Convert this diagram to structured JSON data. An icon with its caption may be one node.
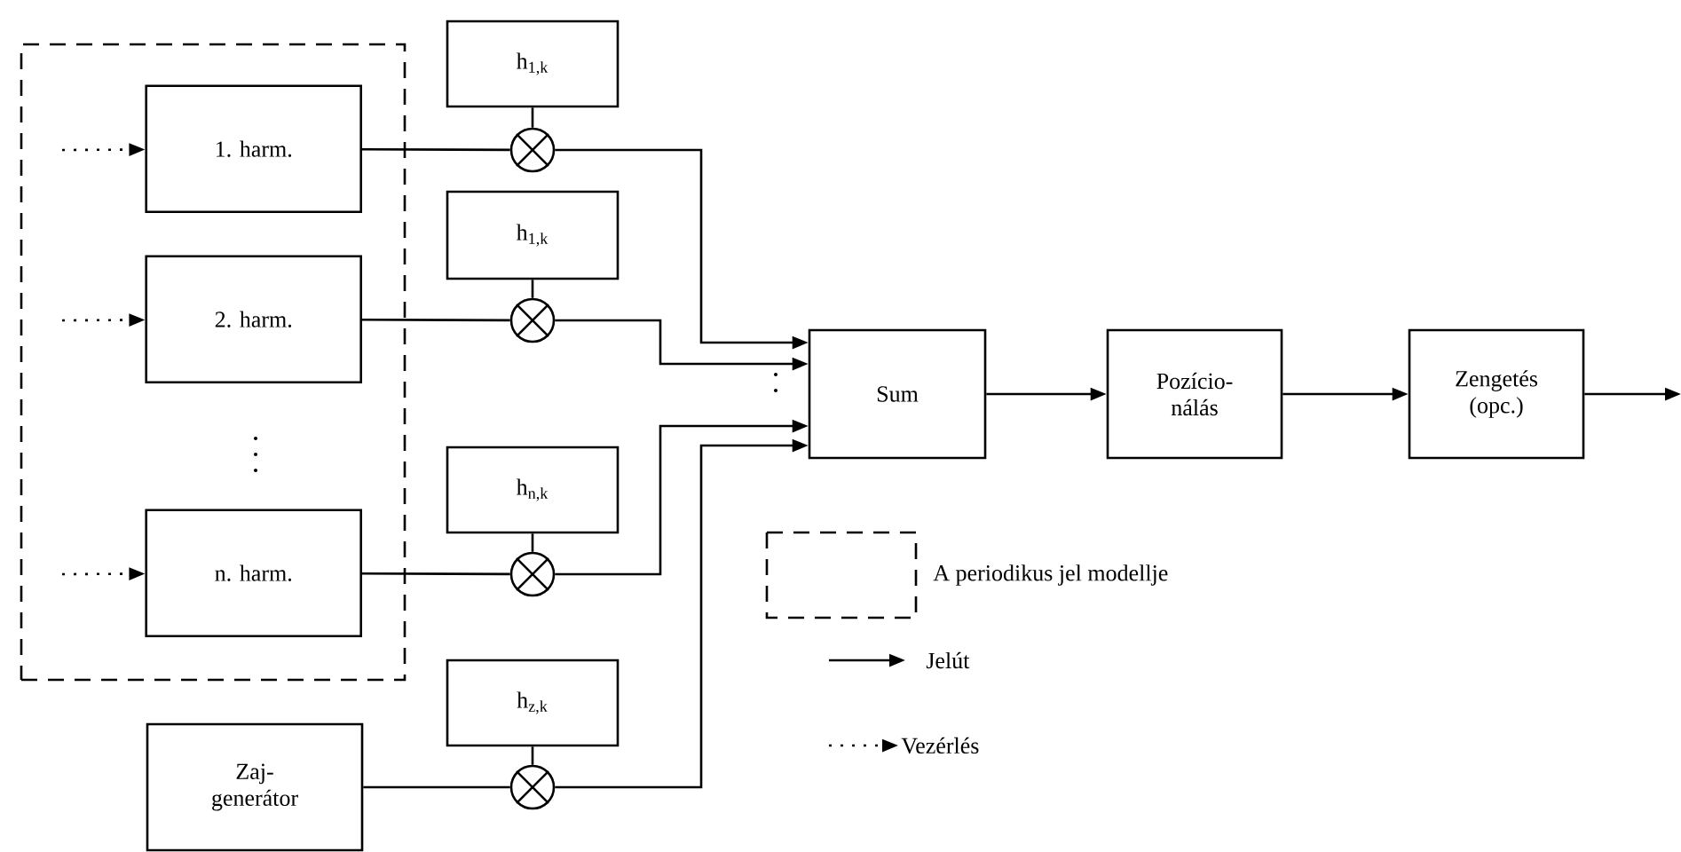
{
  "diagram": {
    "nodes": [
      {
        "text": [],
        "shape": "box"
      },
      {
        "text": [
          "1. harm."
        ],
        "in": 0
      },
      {
        "text": [
          "2. harm."
        ],
        "in": 0
      },
      {
        "text": [
          "n. harm."
        ],
        "in": 0
      },
      {
        "text": [
          "Zaj- generátor"
        ]
      },
      {
        "text": [
          "h$_{1,k}$"
        ]
      },
      {
        "text": [],
        "shape": "circle"
      },
      {
        "text": [
          "h$_{1,k}$"
        ]
      },
      {
        "text": [],
        "shape": "circle"
      },
      {
        "text": [
          "h$_{n,k}$"
        ]
      },
      {
        "text": [],
        "shape": "circle"
      },
      {
        "text": [
          "h$_{z,k}$"
        ]
      },
      {
        "text": [],
        "shape": "circle"
      },
      {
        "text": [
          "Sum"
        ]
      },
      {
        "text": [
          "Pozício- nálás"
        ]
      },
      {
        "text": [
          "Zengetés (opc.)"
        ]
      }
    ],
    "edges": [
      {
        "from": null,
        "to": 1,
        "arrow": "to",
        "style": "dashed"
      },
      {
        "from": null,
        "to": 2,
        "arrow": "to",
        "style": "dashed"
      },
      {
        "from": null,
        "to": 3,
        "arrow": "to",
        "style": "dashed"
      },
      {
        "from": 1,
        "to": 6,
        "arrow": "none"
      },
      {
        "from": 5,
        "to": 6,
        "arrow": "none"
      },
      {
        "from": 6,
        "to": 13,
        "arrow": "to"
      },
      {
        "from": 2,
        "to": 8,
        "arrow": "none"
      },
      {
        "from": 7,
        "to": 8,
        "arrow": "none"
      },
      {
        "from": 8,
        "to": 13,
        "arrow": "to"
      },
      {
        "from": 3,
        "to": 10,
        "arrow": "none"
      },
      {
        "from": 9,
        "to": 10,
        "arrow": "none"
      },
      {
        "from": 10,
        "to": 13,
        "arrow": "to"
      },
      {
        "from": 4,
        "to": 12,
        "arrow": "none"
      },
      {
        "from": 11,
        "to": 12,
        "arrow": "none"
      },
      {
        "from": 12,
        "to": 13,
        "arrow": "to"
      },
      {
        "from": 13,
        "to": 14,
        "arrow": "to"
      },
      {
        "from": 14,
        "to": 15,
        "arrow": "to"
      },
      {
        "from": 15,
        "to": null,
        "arrow": "to"
      }
    ],
    "legend": [
      {
        "text": "A periodikus jel modellje"
      },
      {
        "text": "Jelút"
      },
      {
        "text": "Vezérlés"
      }
    ]
  }
}
